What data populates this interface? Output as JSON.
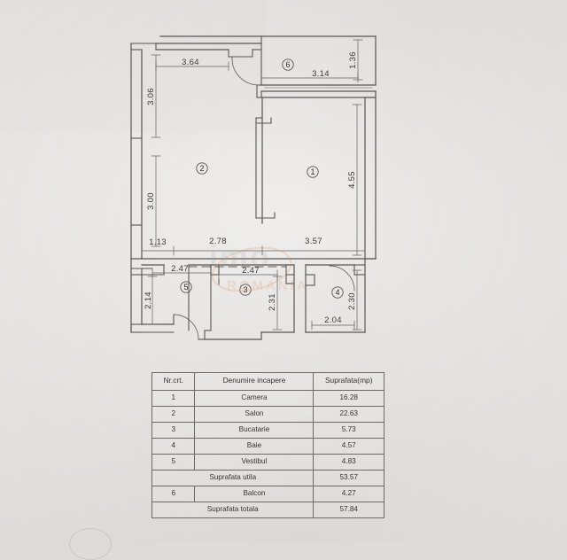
{
  "document": {
    "type": "apartment-floor-plan",
    "background_color": "#dedcd9",
    "line_color": "#555250"
  },
  "plan": {
    "rooms": [
      {
        "id": "1",
        "marker": "1",
        "name": "Camera",
        "area": "16.28"
      },
      {
        "id": "2",
        "marker": "2",
        "name": "Salon",
        "area": "22.63"
      },
      {
        "id": "3",
        "marker": "3",
        "name": "Bucatarie",
        "area": "5.73"
      },
      {
        "id": "4",
        "marker": "4",
        "name": "Baie",
        "area": "4.57"
      },
      {
        "id": "5",
        "marker": "5",
        "name": "Vestibul",
        "area": "4.83"
      },
      {
        "id": "6",
        "marker": "6",
        "name": "Balcon",
        "area": "4.27"
      }
    ],
    "dimensions": {
      "top_salon_width": "3.64",
      "balcony_width": "3.14",
      "balcony_depth": "1.36",
      "left_upper": "3.06",
      "left_lower": "3.00",
      "camera_depth": "4.55",
      "bottom_left_small": "1.13",
      "bottom_mid": "2.78",
      "bottom_right": "3.57",
      "vestibul_width": "2.47",
      "vestibul_depth": "2.14",
      "bucatarie_width": "2.47",
      "bucatarie_depth": "2.31",
      "baie_width": "2.04",
      "baie_depth": "2.30"
    }
  },
  "table": {
    "headers": [
      "Nr.crt.",
      "Denumire incapere",
      "Suprafata(mp)"
    ],
    "rows": [
      {
        "nr": "1",
        "name": "Camera",
        "area": "16.28"
      },
      {
        "nr": "2",
        "name": "Salon",
        "area": "22.63"
      },
      {
        "nr": "3",
        "name": "Bucatarie",
        "area": "5.73"
      },
      {
        "nr": "4",
        "name": "Baie",
        "area": "4.57"
      },
      {
        "nr": "5",
        "name": "Vestibul",
        "area": "4.83"
      }
    ],
    "subtotal": {
      "label": "Suprafata utila",
      "area": "53.57"
    },
    "balcony": {
      "nr": "6",
      "name": "Balcon",
      "area": "4.27"
    },
    "total": {
      "label": "Suprafata totala",
      "area": "57.84"
    }
  },
  "watermark": {
    "main": "imo",
    "sub": "ROMANIA"
  }
}
